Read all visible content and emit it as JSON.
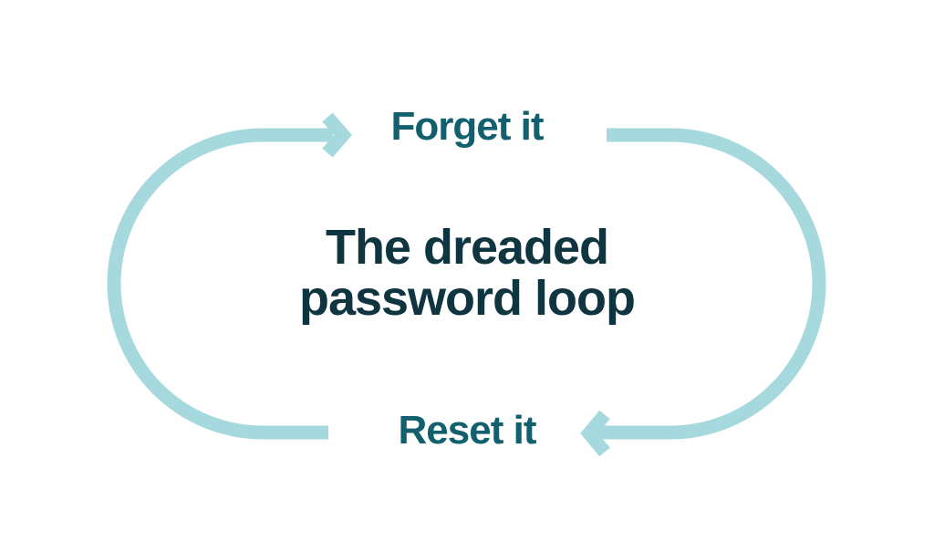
{
  "diagram": {
    "title_line1": "The dreaded",
    "title_line2": "password loop",
    "top_label": "Forget it",
    "bottom_label": "Reset it",
    "colors": {
      "background": "#ffffff",
      "arrow": "#a6d9dd",
      "label": "#12606e",
      "title": "#0e3540"
    }
  }
}
